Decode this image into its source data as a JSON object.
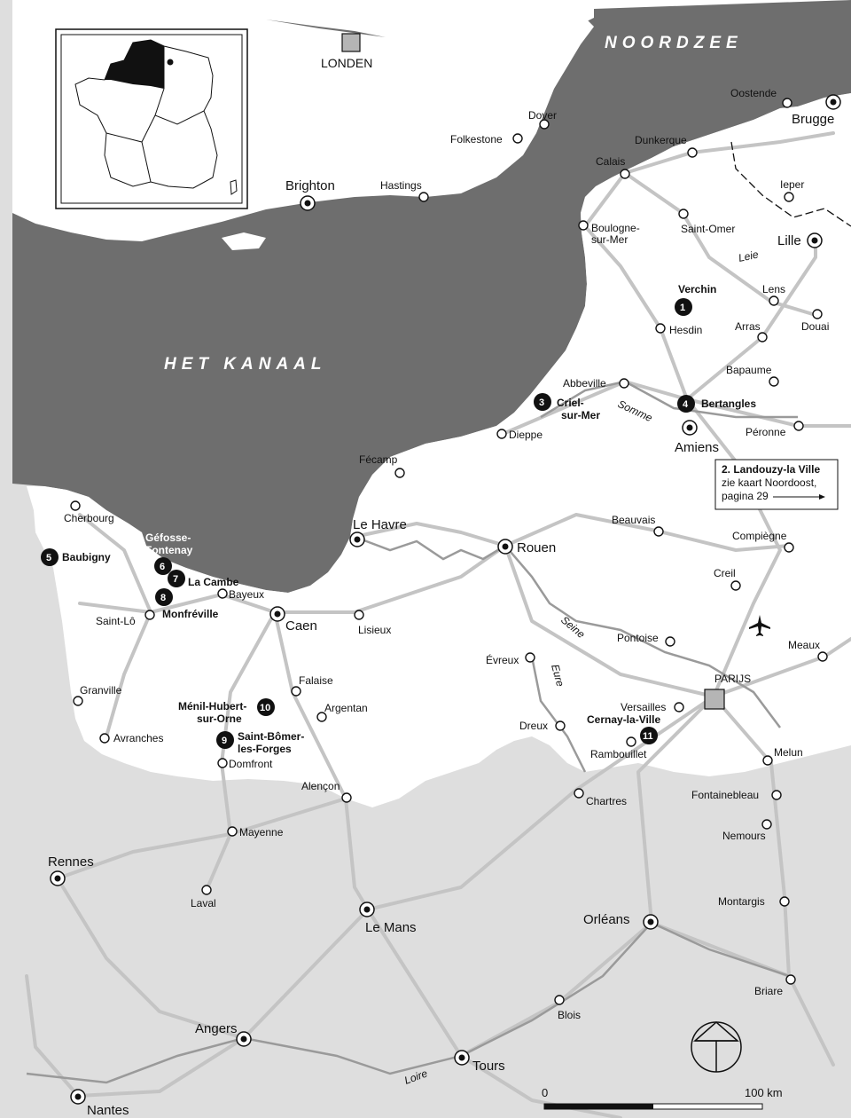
{
  "seas": {
    "noordzee": "NOORDZEE",
    "kanaal": "HET KANAAL"
  },
  "capitals": {
    "londen": "LONDEN",
    "parijs": "PARIJS"
  },
  "cities_major": {
    "brighton": "Brighton",
    "brugge": "Brugge",
    "lille": "Lille",
    "amiens": "Amiens",
    "le_havre": "Le Havre",
    "rouen": "Rouen",
    "caen": "Caen",
    "rennes": "Rennes",
    "le_mans": "Le Mans",
    "orleans": "Orléans",
    "angers": "Angers",
    "tours": "Tours",
    "nantes": "Nantes"
  },
  "cities_minor": {
    "oostende": "Oostende",
    "dover": "Dover",
    "folkestone": "Folkestone",
    "dunkerque": "Dunkerque",
    "calais": "Calais",
    "hastings": "Hastings",
    "ieper": "Ieper",
    "boulogne": "Boulogne-",
    "boulogne2": "sur-Mer",
    "saint_omer": "Saint-Omer",
    "lens": "Lens",
    "douai": "Douai",
    "arras": "Arras",
    "hesdin": "Hesdin",
    "bapaume": "Bapaume",
    "abbeville": "Abbeville",
    "peronne": "Péronne",
    "dieppe": "Dieppe",
    "fecamp": "Fécamp",
    "cherbourg": "Cherbourg",
    "beauvais": "Beauvais",
    "compiegne": "Compiègne",
    "creil": "Creil",
    "bayeux": "Bayeux",
    "saint_lo": "Saint-Lô",
    "lisieux": "Lisieux",
    "pontoise": "Pontoise",
    "meaux": "Meaux",
    "evreux": "Évreux",
    "falaise": "Falaise",
    "granville": "Granville",
    "argentan": "Argentan",
    "versailles": "Versailles",
    "avranches": "Avranches",
    "dreux": "Dreux",
    "rambouillet": "Rambouillet",
    "melun": "Melun",
    "domfront": "Domfront",
    "alencon": "Alençon",
    "chartres": "Chartres",
    "fontainebleau": "Fontainebleau",
    "nemours": "Nemours",
    "mayenne": "Mayenne",
    "laval": "Laval",
    "montargis": "Montargis",
    "blois": "Blois",
    "briare": "Briare"
  },
  "rivers": {
    "leie": "Leie",
    "somme": "Somme",
    "seine": "Seine",
    "eure": "Eure",
    "loire": "Loire"
  },
  "sites": [
    {
      "num": "1",
      "name": "Verchin"
    },
    {
      "num": "3",
      "name": "Criel-",
      "name2": "sur-Mer"
    },
    {
      "num": "4",
      "name": "Bertangles"
    },
    {
      "num": "5",
      "name": "Baubigny"
    },
    {
      "num": "6",
      "name": ""
    },
    {
      "num": "7",
      "name": "La Cambe"
    },
    {
      "num": "8",
      "name": "Monfréville"
    },
    {
      "num": "9",
      "name": "Saint-Bômer-",
      "name2": "les-Forges"
    },
    {
      "num": "10",
      "name": "Ménil-Hubert-",
      "name2": "sur-Orne"
    },
    {
      "num": "11",
      "name": "Cernay-la-Ville"
    }
  ],
  "gefosse": {
    "line1": "Géfosse-",
    "line2": "Fontenay"
  },
  "note": {
    "title": "2. Landouzy-la Ville",
    "line1": "zie kaart Noordoost,",
    "line2": "pagina 29"
  },
  "scale": {
    "zero": "0",
    "end": "100 km"
  },
  "colors": {
    "sea": "#6e6e6e",
    "land": "#ffffff",
    "region": "#dedede",
    "road": "#c4c4c4",
    "capital": "#b5b5b5",
    "ink": "#111111"
  },
  "icons": [
    "airport-icon",
    "compass-icon",
    "locator-map"
  ]
}
